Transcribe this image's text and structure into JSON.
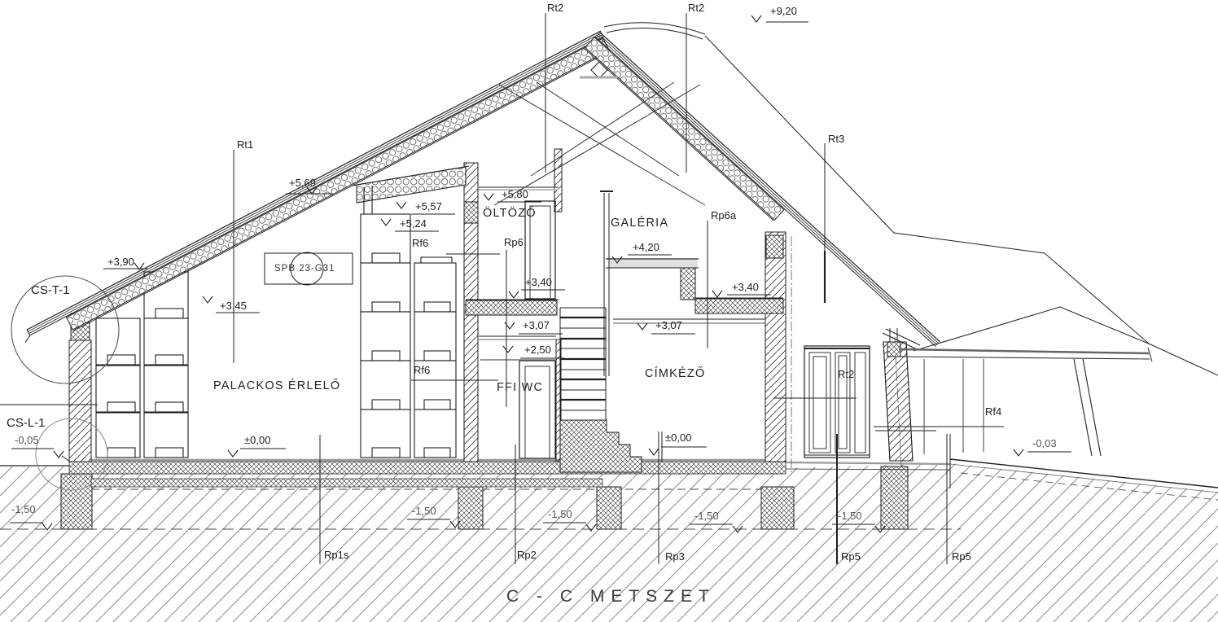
{
  "title": "C - C  METSZET",
  "rooms": {
    "bottle_aging": "PALACKOS ÉRLELŐ",
    "dressing": "ÖLTÖZŐ",
    "gallery": "GALÉRIA",
    "mens_wc": "FFI WC",
    "labeling": "CÍMKÉZŐ"
  },
  "components": {
    "rt1": "Rt1",
    "rt2_a": "Rt2",
    "rt2_b": "Rt2",
    "rt3": "Rt3",
    "rt2_c": "Rt2",
    "rf4": "Rf4",
    "rf6_a": "Rf6",
    "rf6_b": "Rf6",
    "rp6": "Rp6",
    "rp6a": "Rp6a",
    "rp1s": "Rp1s",
    "rp2": "Rp2",
    "rp3": "Rp3",
    "rp5_a": "Rp5",
    "rp5_b": "Rp5"
  },
  "levels": {
    "l920": "+9,20",
    "l580": "+5,80",
    "l569": "+5,69",
    "l557": "+5,57",
    "l524": "+5,24",
    "l420": "+4,20",
    "l390": "+3,90",
    "l345": "+3,45",
    "l340_a": "+3,40",
    "l340_b": "+3,40",
    "l307_a": "+3,07",
    "l307_b": "+3,07",
    "l250": "+2,50",
    "l000_a": "±0,00",
    "l000_b": "±0,00",
    "lm005": "-0,05",
    "lm003": "-0,03"
  },
  "foundation_levels": [
    "-1,50",
    "-1,50",
    "-1,50",
    "-1,50",
    "-1,50"
  ],
  "callouts": {
    "roof_detail": "CS-T-1",
    "plinth_detail": "CS-L-1",
    "panel_code": "SPB 23-G31"
  }
}
